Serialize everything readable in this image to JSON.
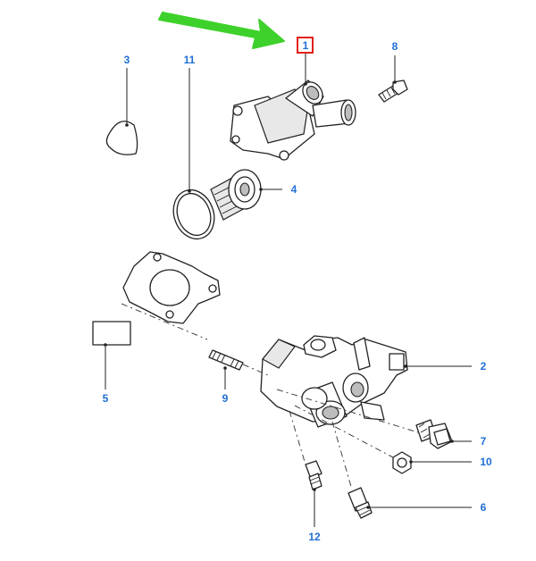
{
  "callouts": {
    "c1": "1",
    "c2": "2",
    "c3": "3",
    "c4": "4",
    "c5": "5",
    "c6": "6",
    "c7": "7",
    "c8": "8",
    "c9": "9",
    "c10": "10",
    "c11": "11",
    "c12": "12"
  },
  "colors": {
    "callout_text": "#1f6fd6",
    "highlight_box": "#e0201b",
    "pointer_arrow": "#3ed12b",
    "line_art": "#222222"
  },
  "highlighted_part": "1"
}
